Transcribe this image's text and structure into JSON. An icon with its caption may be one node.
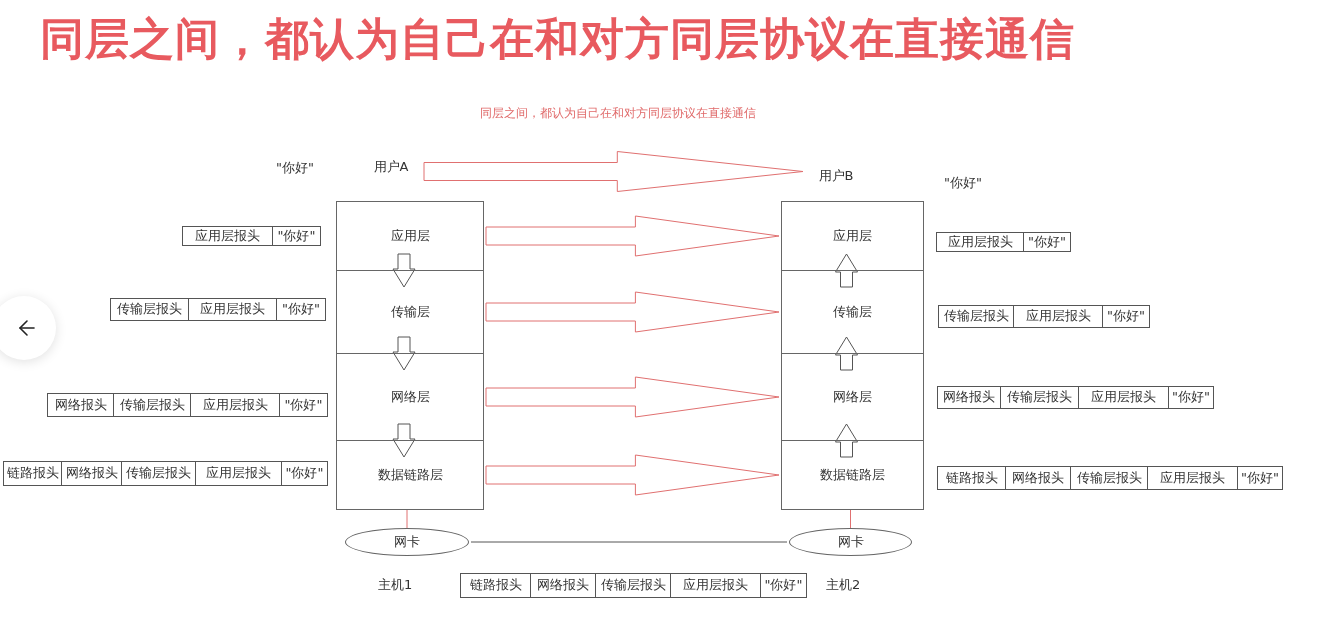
{
  "diagram": {
    "title": "同层之间，都认为自己在和对方同层协议在直接通信",
    "nodes": [
      {
        "text": [
          "用户A"
        ]
      },
      {
        "text": [
          "用户B"
        ]
      },
      {
        "text": [
          "应用层"
        ]
      },
      {
        "text": [
          "传输层"
        ]
      },
      {
        "text": [
          "网络层"
        ]
      },
      {
        "text": [
          "数据链路层"
        ]
      },
      {
        "text": [
          "应用层"
        ]
      },
      {
        "text": [
          "传输层"
        ]
      },
      {
        "text": [
          "网络层"
        ]
      },
      {
        "text": [
          "数据链路层"
        ]
      },
      {
        "text": [
          "网卡"
        ]
      },
      {
        "text": [
          "网卡"
        ]
      },
      {
        "text": [
          "应用层报头"
        ]
      },
      {
        "text": [
          "\"你好\""
        ]
      },
      {
        "text": [
          "传输层报头"
        ]
      },
      {
        "text": [
          "应用层报头"
        ]
      },
      {
        "text": [
          "\"你好\""
        ]
      },
      {
        "text": [
          "网络报头"
        ]
      },
      {
        "text": [
          "传输层报头"
        ]
      },
      {
        "text": [
          "应用层报头"
        ]
      },
      {
        "text": [
          "\"你好\""
        ]
      },
      {
        "text": [
          "链路报头"
        ]
      },
      {
        "text": [
          "网络报头"
        ]
      },
      {
        "text": [
          "传输层报头"
        ]
      },
      {
        "text": [
          "应用层报头"
        ]
      },
      {
        "text": [
          "\"你好\""
        ]
      },
      {
        "text": [
          "应用层报头"
        ]
      },
      {
        "text": [
          "\"你好\""
        ]
      },
      {
        "text": [
          "传输层报头"
        ]
      },
      {
        "text": [
          "应用层报头"
        ]
      },
      {
        "text": [
          "\"你好\""
        ]
      },
      {
        "text": [
          "网络报头"
        ]
      },
      {
        "text": [
          "传输层报头"
        ]
      },
      {
        "text": [
          "应用层报头"
        ]
      },
      {
        "text": [
          "\"你好\""
        ]
      },
      {
        "text": [
          "链路报头"
        ]
      },
      {
        "text": [
          "网络报头"
        ]
      },
      {
        "text": [
          "传输层报头"
        ]
      },
      {
        "text": [
          "应用层报头"
        ]
      },
      {
        "text": [
          "\"你好\""
        ]
      },
      {
        "text": [
          "链路报头"
        ]
      },
      {
        "text": [
          "网络报头"
        ]
      },
      {
        "text": [
          "传输层报头"
        ]
      },
      {
        "text": [
          "应用层报头"
        ]
      },
      {
        "text": [
          "\"你好\""
        ]
      }
    ],
    "edges": [
      {
        "from": 0,
        "to": 1,
        "arrow": "to",
        "color": "#e07070"
      },
      {
        "from": 2,
        "to": 6,
        "arrow": "to",
        "color": "#e07070"
      },
      {
        "from": 3,
        "to": 7,
        "arrow": "to",
        "color": "#e07070"
      },
      {
        "from": 4,
        "to": 8,
        "arrow": "to",
        "color": "#e07070"
      },
      {
        "from": 5,
        "to": 9,
        "arrow": "to",
        "color": "#e07070"
      },
      {
        "from": 2,
        "to": 3,
        "arrow": "to",
        "color": "#555555"
      },
      {
        "from": 3,
        "to": 4,
        "arrow": "to",
        "color": "#555555"
      },
      {
        "from": 4,
        "to": 5,
        "arrow": "to",
        "color": "#555555"
      },
      {
        "from": 9,
        "to": 8,
        "arrow": "to",
        "color": "#555555"
      },
      {
        "from": 8,
        "to": 7,
        "arrow": "to",
        "color": "#555555"
      },
      {
        "from": 7,
        "to": 6,
        "arrow": "to",
        "color": "#555555"
      },
      {
        "from": 5,
        "to": 10,
        "arrow": "none",
        "color": "#e07070"
      },
      {
        "from": 9,
        "to": 11,
        "arrow": "none",
        "color": "#e07070"
      },
      {
        "from": 10,
        "to": 11,
        "arrow": "none",
        "color": "#555555"
      }
    ],
    "labels": [
      "同层之间，都认为自己在和对方同层协议在直接通信",
      "\"你好\"",
      "\"你好\"",
      "主机1",
      "主机2"
    ]
  }
}
